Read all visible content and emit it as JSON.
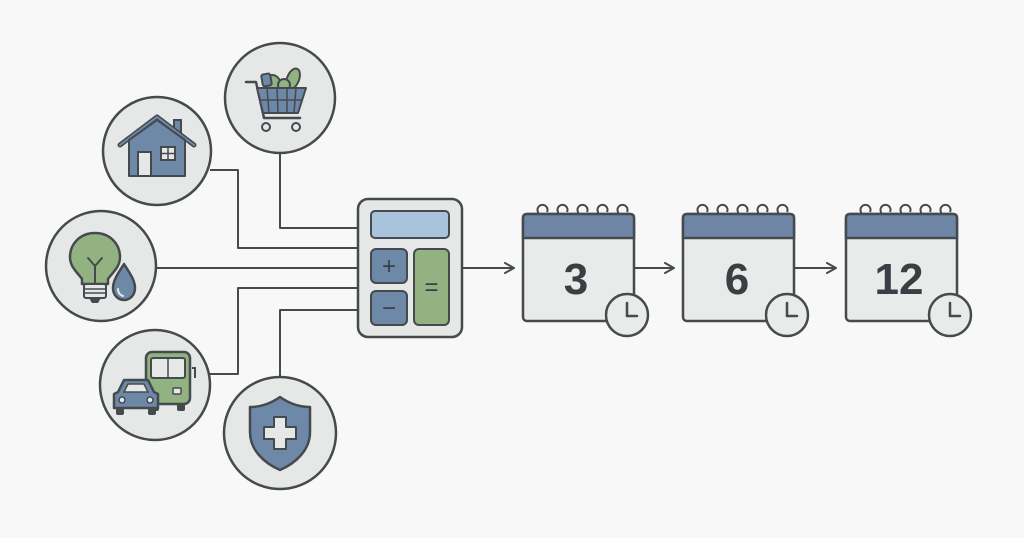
{
  "expense_categories": [
    {
      "name": "groceries",
      "icon": "shopping-cart-icon"
    },
    {
      "name": "housing",
      "icon": "house-icon"
    },
    {
      "name": "utilities",
      "icon": "lightbulb-water-drop-icon"
    },
    {
      "name": "transportation",
      "icon": "car-bus-icon"
    },
    {
      "name": "insurance",
      "icon": "shield-medical-cross-icon"
    }
  ],
  "calculator": {
    "icon": "calculator-icon",
    "plus": "+",
    "minus": "−",
    "equals": "="
  },
  "calendars": [
    {
      "value": "3",
      "icon": "calendar-icon",
      "clock_icon": "clock-icon"
    },
    {
      "value": "6",
      "icon": "calendar-icon",
      "clock_icon": "clock-icon"
    },
    {
      "value": "12",
      "icon": "calendar-icon",
      "clock_icon": "clock-icon"
    }
  ],
  "colors": {
    "stroke": "#454a4f",
    "circle_fill": "#e6e8e7",
    "blue": "#6e88a8",
    "light_blue": "#a9c3dd",
    "green": "#93b281",
    "page_background": "#f7f8f7",
    "calendar_body": "#e9eaea",
    "calendar_header": "#6f86a6"
  }
}
